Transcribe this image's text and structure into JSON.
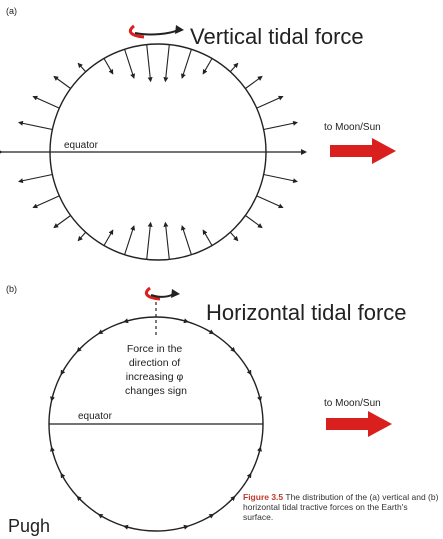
{
  "panel_a": {
    "label": "(a)",
    "title": "Vertical tidal force",
    "equator": "equator",
    "moon_label": "to Moon/Sun"
  },
  "panel_b": {
    "label": "(b)",
    "title": "Horizontal tidal force",
    "equator": "equator",
    "moon_label": "to Moon/Sun",
    "note_lines": [
      "Force in the",
      "direction of",
      "increasing φ",
      "changes sign"
    ]
  },
  "caption": {
    "figure": "Figure 3.5",
    "text": "The distribution of the (a) vertical and (b) horizontal tidal tractive forces on the Earth's surface."
  },
  "credit": "Pugh",
  "colors": {
    "arrow_red": "#d9201f",
    "rotation_red": "#d9201f",
    "outline": "#222222"
  }
}
